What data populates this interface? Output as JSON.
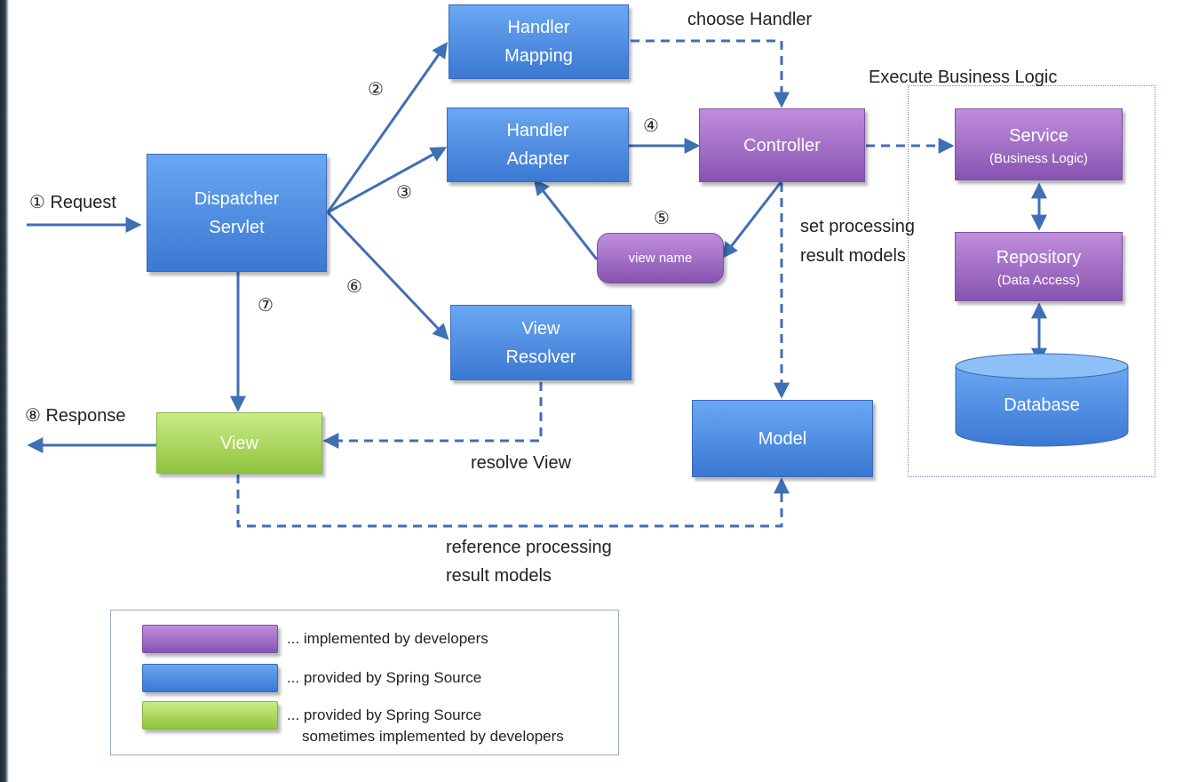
{
  "components": {
    "dispatcher_servlet": {
      "line1": "Dispatcher",
      "line2": "Servlet"
    },
    "handler_mapping": {
      "line1": "Handler",
      "line2": "Mapping"
    },
    "handler_adapter": {
      "line1": "Handler",
      "line2": "Adapter"
    },
    "controller": {
      "label": "Controller"
    },
    "view_name": {
      "label": "view name"
    },
    "view_resolver": {
      "line1": "View",
      "line2": "Resolver"
    },
    "view": {
      "label": "View"
    },
    "model": {
      "label": "Model"
    },
    "service": {
      "label": "Service",
      "sub": "(Business Logic)"
    },
    "repository": {
      "label": "Repository",
      "sub": "(Data Access)"
    },
    "database": {
      "label": "Database"
    }
  },
  "labels": {
    "request": "① Request",
    "response": "⑧ Response",
    "step2": "②",
    "step3": "③",
    "step4": "④",
    "step5": "⑤",
    "step6": "⑥",
    "step7": "⑦",
    "choose_handler": "choose Handler",
    "execute_business_logic": "Execute Business Logic",
    "set_processing_1": "set processing",
    "set_processing_2": "result models",
    "resolve_view": "resolve View",
    "reference_1": "reference processing",
    "reference_2": "result models"
  },
  "legend": [
    {
      "color": "purple",
      "text": "... implemented by developers"
    },
    {
      "color": "blue",
      "text": "... provided by Spring Source"
    },
    {
      "color": "green",
      "text": "... provided by Spring Source",
      "text2": "sometimes implemented by developers"
    }
  ],
  "colors": {
    "arrow": "#3f6fb5",
    "blue_component": "#4a86dc",
    "purple_component": "#9c66c4",
    "green_component": "#a8d65c"
  }
}
